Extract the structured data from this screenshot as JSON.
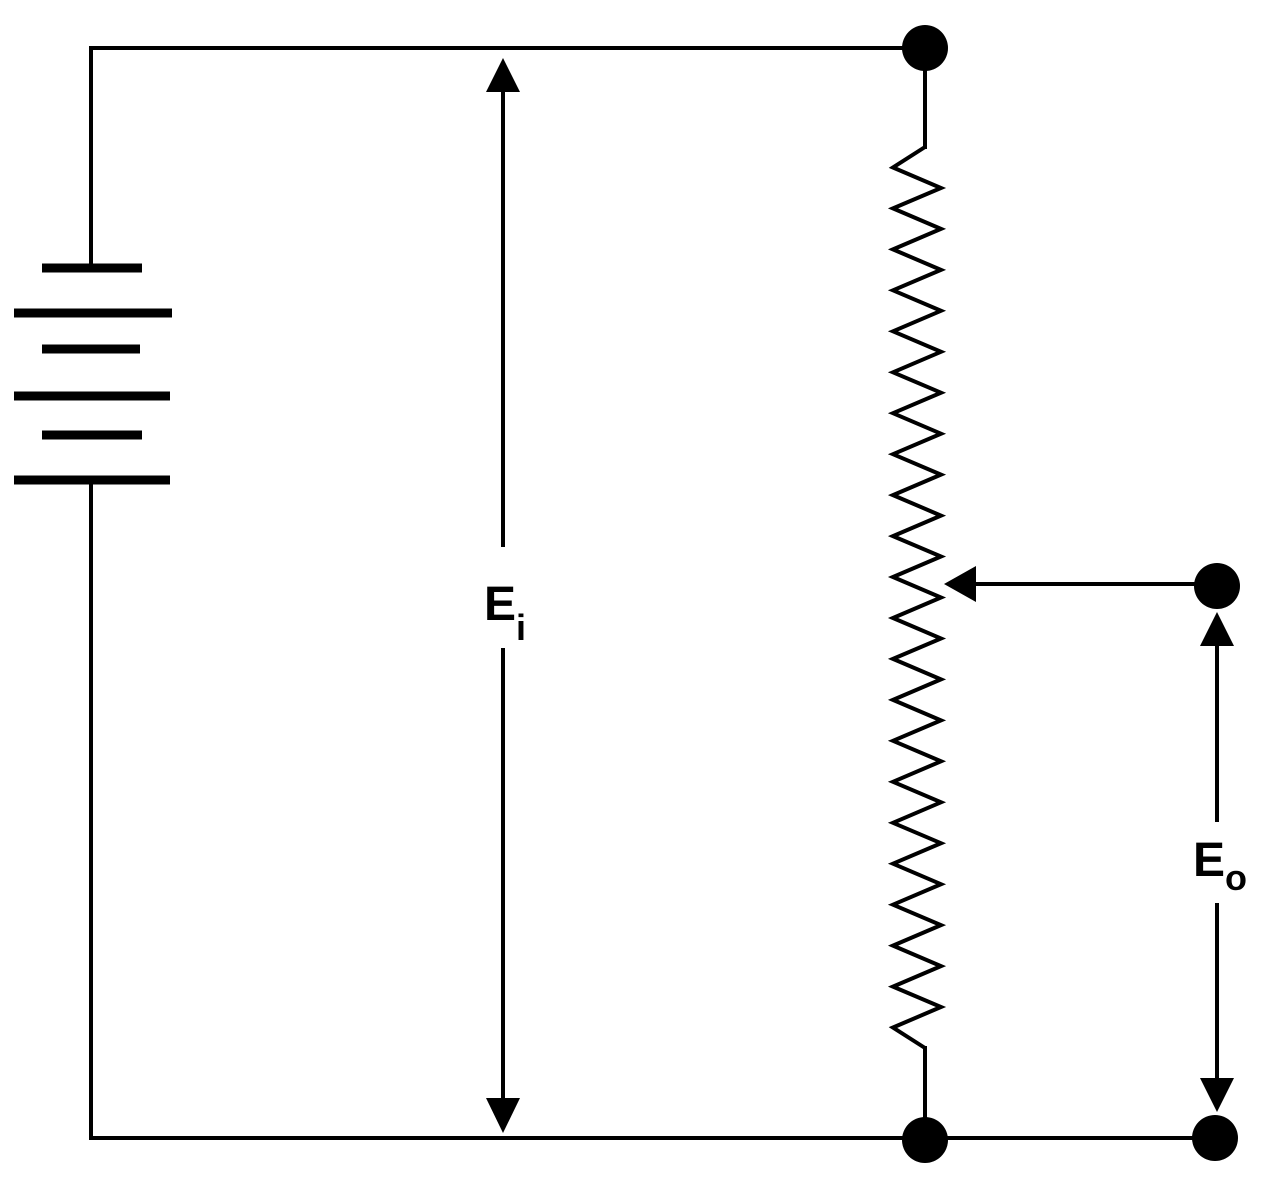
{
  "labels": {
    "input_voltage": {
      "main": "E",
      "sub": "i"
    },
    "output_voltage": {
      "main": "E",
      "sub": "o"
    }
  },
  "components": {
    "battery_cells": 3,
    "resistor_zigzag_peaks": 22,
    "nodes": 4
  },
  "colors": {
    "ink": "#000000",
    "background": "#ffffff"
  }
}
